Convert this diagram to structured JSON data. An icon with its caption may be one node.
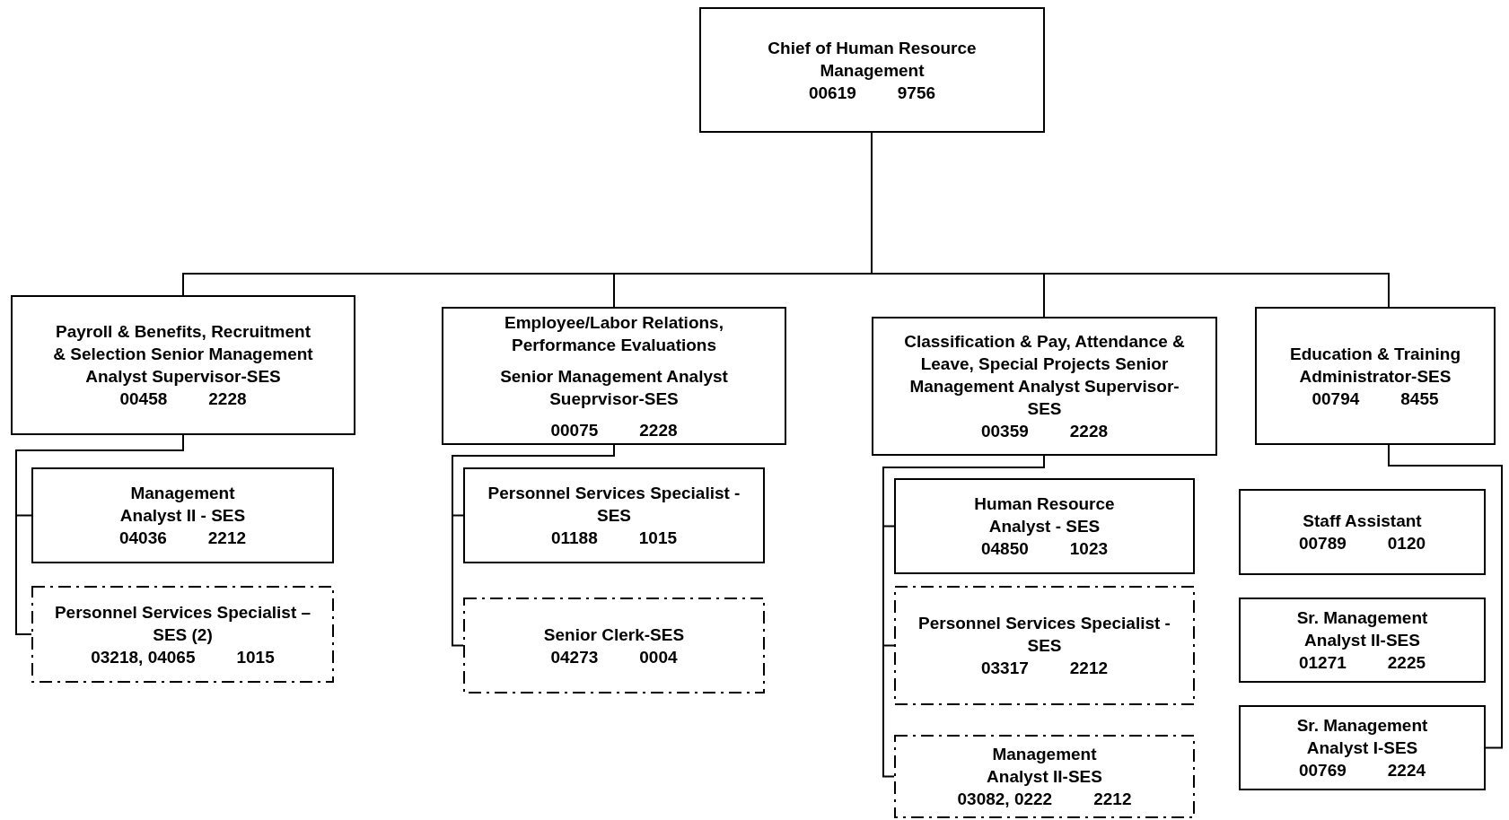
{
  "diagram": {
    "nodes": [
      {
        "text": [
          "Chief of Human Resource Management",
          "00619",
          "9756"
        ]
      },
      {
        "text": [
          "Payroll & Benefits, Recruitment & Selection Senior Management Analyst Supervisor-SES",
          "00458",
          "2228"
        ]
      },
      {
        "text": [
          "Employee/Labor Relations, Performance Evaluations",
          "Senior Management Analyst Sueprvisor-SES",
          "00075",
          "2228"
        ]
      },
      {
        "text": [
          "Classification & Pay, Attendance & Leave, Special Projects Senior Management Analyst Supervisor-SES",
          "00359",
          "2228"
        ]
      },
      {
        "text": [
          "Education & Training Administrator-SES",
          "00794",
          "8455"
        ]
      },
      {
        "text": [
          "Management Analyst II - SES",
          "04036",
          "2212"
        ]
      },
      {
        "text": [
          "Personnel Services Specialist – SES (2)",
          "03218, 04065",
          "1015"
        ]
      },
      {
        "text": [
          "Personnel Services Specialist - SES",
          "01188",
          "1015"
        ]
      },
      {
        "text": [
          "Senior Clerk-SES",
          "04273",
          "0004"
        ]
      },
      {
        "text": [
          "Human Resource Analyst - SES",
          "04850",
          "1023"
        ]
      },
      {
        "text": [
          "Personnel Services Specialist - SES",
          "03317",
          "2212"
        ]
      },
      {
        "text": [
          "Management Analyst II-SES",
          "03082, 0222",
          "2212"
        ]
      },
      {
        "text": [
          "Staff Assistant",
          "00789",
          "0120"
        ]
      },
      {
        "text": [
          "Sr. Management Analyst II-SES",
          "01271",
          "2225"
        ]
      },
      {
        "text": [
          "Sr. Management Analyst I-SES",
          "00769",
          "2224"
        ]
      }
    ],
    "edges": [
      {
        "from": 0,
        "to": 1,
        "arrow": "none"
      },
      {
        "from": 0,
        "to": 2,
        "arrow": "none"
      },
      {
        "from": 0,
        "to": 3,
        "arrow": "none"
      },
      {
        "from": 0,
        "to": 4,
        "arrow": "none"
      },
      {
        "from": 1,
        "to": 5,
        "arrow": "none"
      },
      {
        "from": 1,
        "to": 6,
        "arrow": "none"
      },
      {
        "from": 2,
        "to": 7,
        "arrow": "none"
      },
      {
        "from": 2,
        "to": 8,
        "arrow": "none"
      },
      {
        "from": 3,
        "to": 9,
        "arrow": "none"
      },
      {
        "from": 3,
        "to": 10,
        "arrow": "none"
      },
      {
        "from": 3,
        "to": 11,
        "arrow": "none"
      },
      {
        "from": 4,
        "to": 14,
        "arrow": "none"
      }
    ]
  }
}
